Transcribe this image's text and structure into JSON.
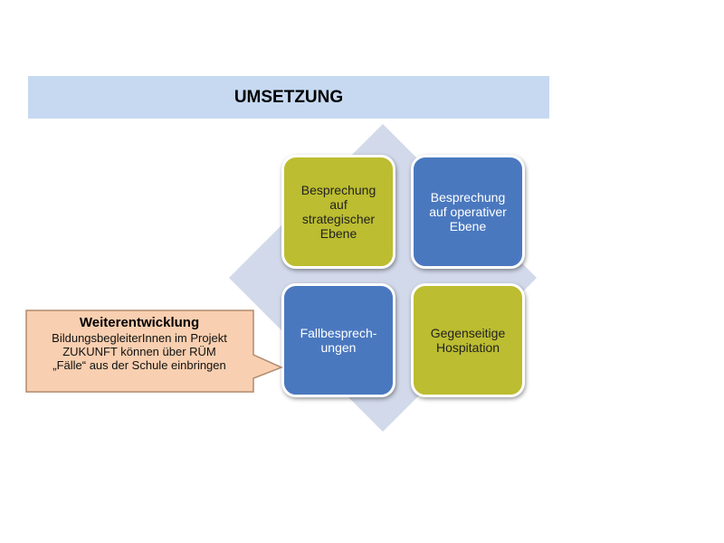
{
  "header": {
    "title": "UMSETZUNG"
  },
  "tiles": [
    {
      "label": "Besprechung\nauf\nstrategischer\nEbene"
    },
    {
      "label": "Besprechung\nauf operativer\nEbene"
    },
    {
      "label": "Fallbesprech-\nungen"
    },
    {
      "label": "Gegenseitige\nHospitation"
    }
  ],
  "callout": {
    "title": "Weiterentwicklung",
    "body": "BildungsbegleiterInnen im Projekt\nZUKUNFT können über RÜM\n„Fälle“ aus der Schule einbringen"
  },
  "colors": {
    "header_bg": "#c6d9f1",
    "diamond": "#d2d9ea",
    "olive": "#bcbd30",
    "blue": "#4a78bf",
    "callout_bg": "#f8cfb0",
    "callout_border": "#b18a6d"
  }
}
